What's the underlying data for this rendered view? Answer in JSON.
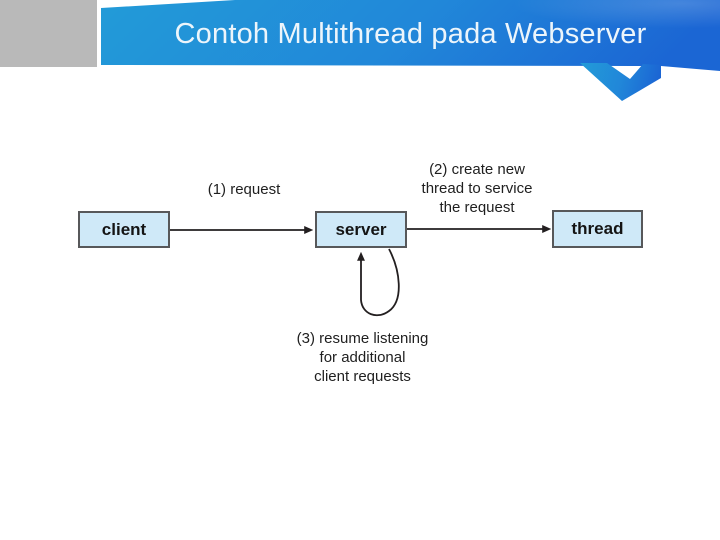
{
  "slide": {
    "title": "Contoh Multithread pada Webserver"
  },
  "diagram": {
    "nodes": {
      "client": "client",
      "server": "server",
      "thread": "thread"
    },
    "labels": {
      "step1": {
        "line1": "(1) request"
      },
      "step2": {
        "line1": "(2) create new",
        "line2": "thread to service",
        "line3": "the request"
      },
      "step3": {
        "line1": "(3) resume listening",
        "line2": "for additional",
        "line3": "client requests"
      }
    }
  },
  "colors": {
    "banner_gradient_start": "#229bd8",
    "banner_gradient_mid": "#2187d9",
    "banner_gradient_end": "#1b66d4",
    "corner_block": "#b9b9b9",
    "node_fill": "#cfe9f8",
    "node_border": "#57585a",
    "title_text": "#ecf5fb",
    "diagram_text": "#1f1f1f",
    "arrow_color": "#231f20",
    "background": "#ffffff"
  }
}
